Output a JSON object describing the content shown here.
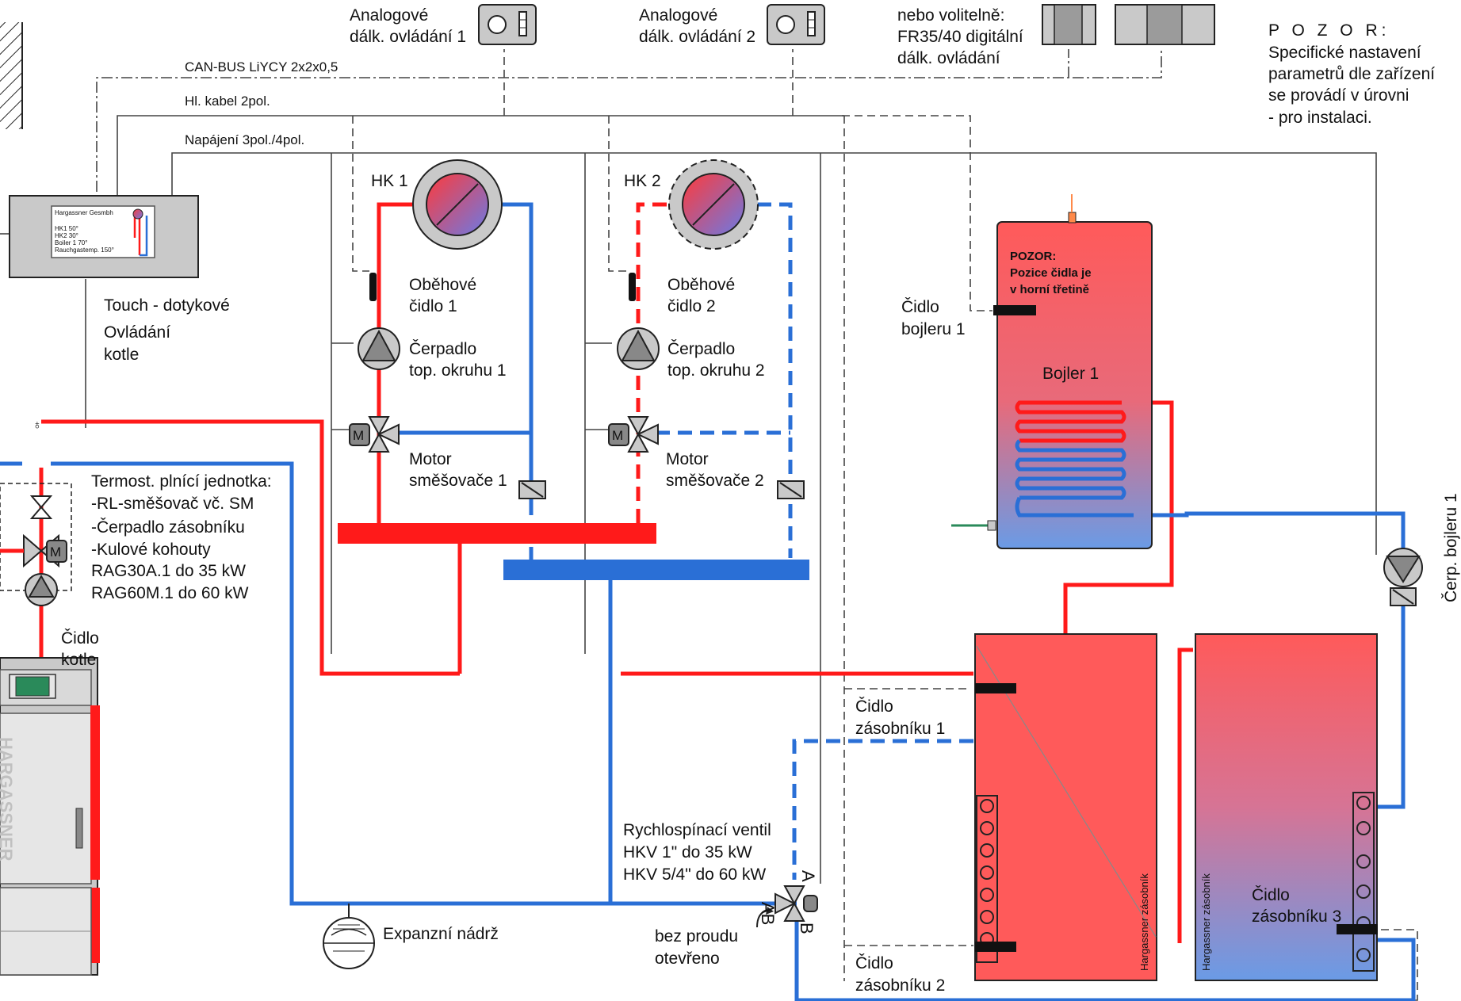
{
  "labels": {
    "analog_remote_1": [
      "Analogové",
      "dálk. ovládání 1"
    ],
    "analog_remote_2": [
      "Analogové",
      "dálk. ovládání 2"
    ],
    "digital_remote": [
      "nebo volitelně:",
      "FR35/40 digitální",
      "dálk. ovládání"
    ],
    "warning": [
      "P O Z O R:",
      "Specifické nastavení",
      "parametrů dle zařízení",
      "se provádí v úrovni",
      "- pro instalaci."
    ],
    "can_bus": "CAN-BUS LiYCY 2x2x0,5",
    "main_cable": "Hl. kabel 2pol.",
    "power_supply": "Napájení 3pol./4pol.",
    "touch_control": [
      "Touch - dotykové",
      "Ovládání",
      "kotle"
    ],
    "display_lines": [
      "Hargassner Gesmbh",
      "HK1    50°",
      "HK2    30°",
      "Boiler 1    70°",
      "Rauchgastemp. 150°"
    ],
    "hk1": "HK 1",
    "hk2": "HK 2",
    "flow_sensor_1": [
      "Oběhové",
      "čidlo 1"
    ],
    "flow_sensor_2": [
      "Oběhové",
      "čidlo 2"
    ],
    "pump_circuit_1": [
      "Čerpadlo",
      "top. okruhu 1"
    ],
    "pump_circuit_2": [
      "Čerpadlo",
      "top. okruhu 2"
    ],
    "mixer_motor_1": [
      "Motor",
      "směšovače 1"
    ],
    "mixer_motor_2": [
      "Motor",
      "směšovače 2"
    ],
    "filling_unit": [
      "Termost. plnící jednotka:",
      "-RL-směšovač vč. SM",
      "-Čerpadlo zásobníku",
      "-Kulové kohouty",
      "RAG30A.1 do 35 kW",
      "RAG60M.1 do 60 kW"
    ],
    "boiler_sensor": [
      "Čidlo",
      "kotle"
    ],
    "motor_letter": "M",
    "boiler_tank_warning": [
      "POZOR:",
      "Pozice čidla je",
      "v horní třetině"
    ],
    "boiler_tank_sensor": [
      "Čidlo",
      "bojleru 1"
    ],
    "boiler_tank": "Bojler 1",
    "boiler_pump": "Čerp. bojleru 1",
    "storage_sensor_1": [
      "Čidlo",
      "zásobníku 1"
    ],
    "storage_sensor_2": [
      "Čidlo",
      "zásobníku 2"
    ],
    "storage_sensor_3": [
      "Čidlo",
      "zásobníku 3"
    ],
    "storage_tank_brand": "Hargassner zásobník",
    "quick_valve": [
      "Rychlospínací ventil",
      "HKV 1\" do 35 kW",
      "HKV 5/4\" do 60 kW"
    ],
    "valve_port_a": "A",
    "valve_port_ab": "AB",
    "valve_port_b": "B",
    "no_power": [
      "bez proudu",
      "otevřeno"
    ],
    "expansion_tank": "Expanzní nádrž",
    "boiler_brand": "HARGASSNER"
  },
  "colors": {
    "hot": "#ff1a1a",
    "cold": "#2a6fd6",
    "tank_top": "#ff5a5a",
    "tank_bottom": "#6a9be6",
    "housing": "#c9c9c9"
  }
}
